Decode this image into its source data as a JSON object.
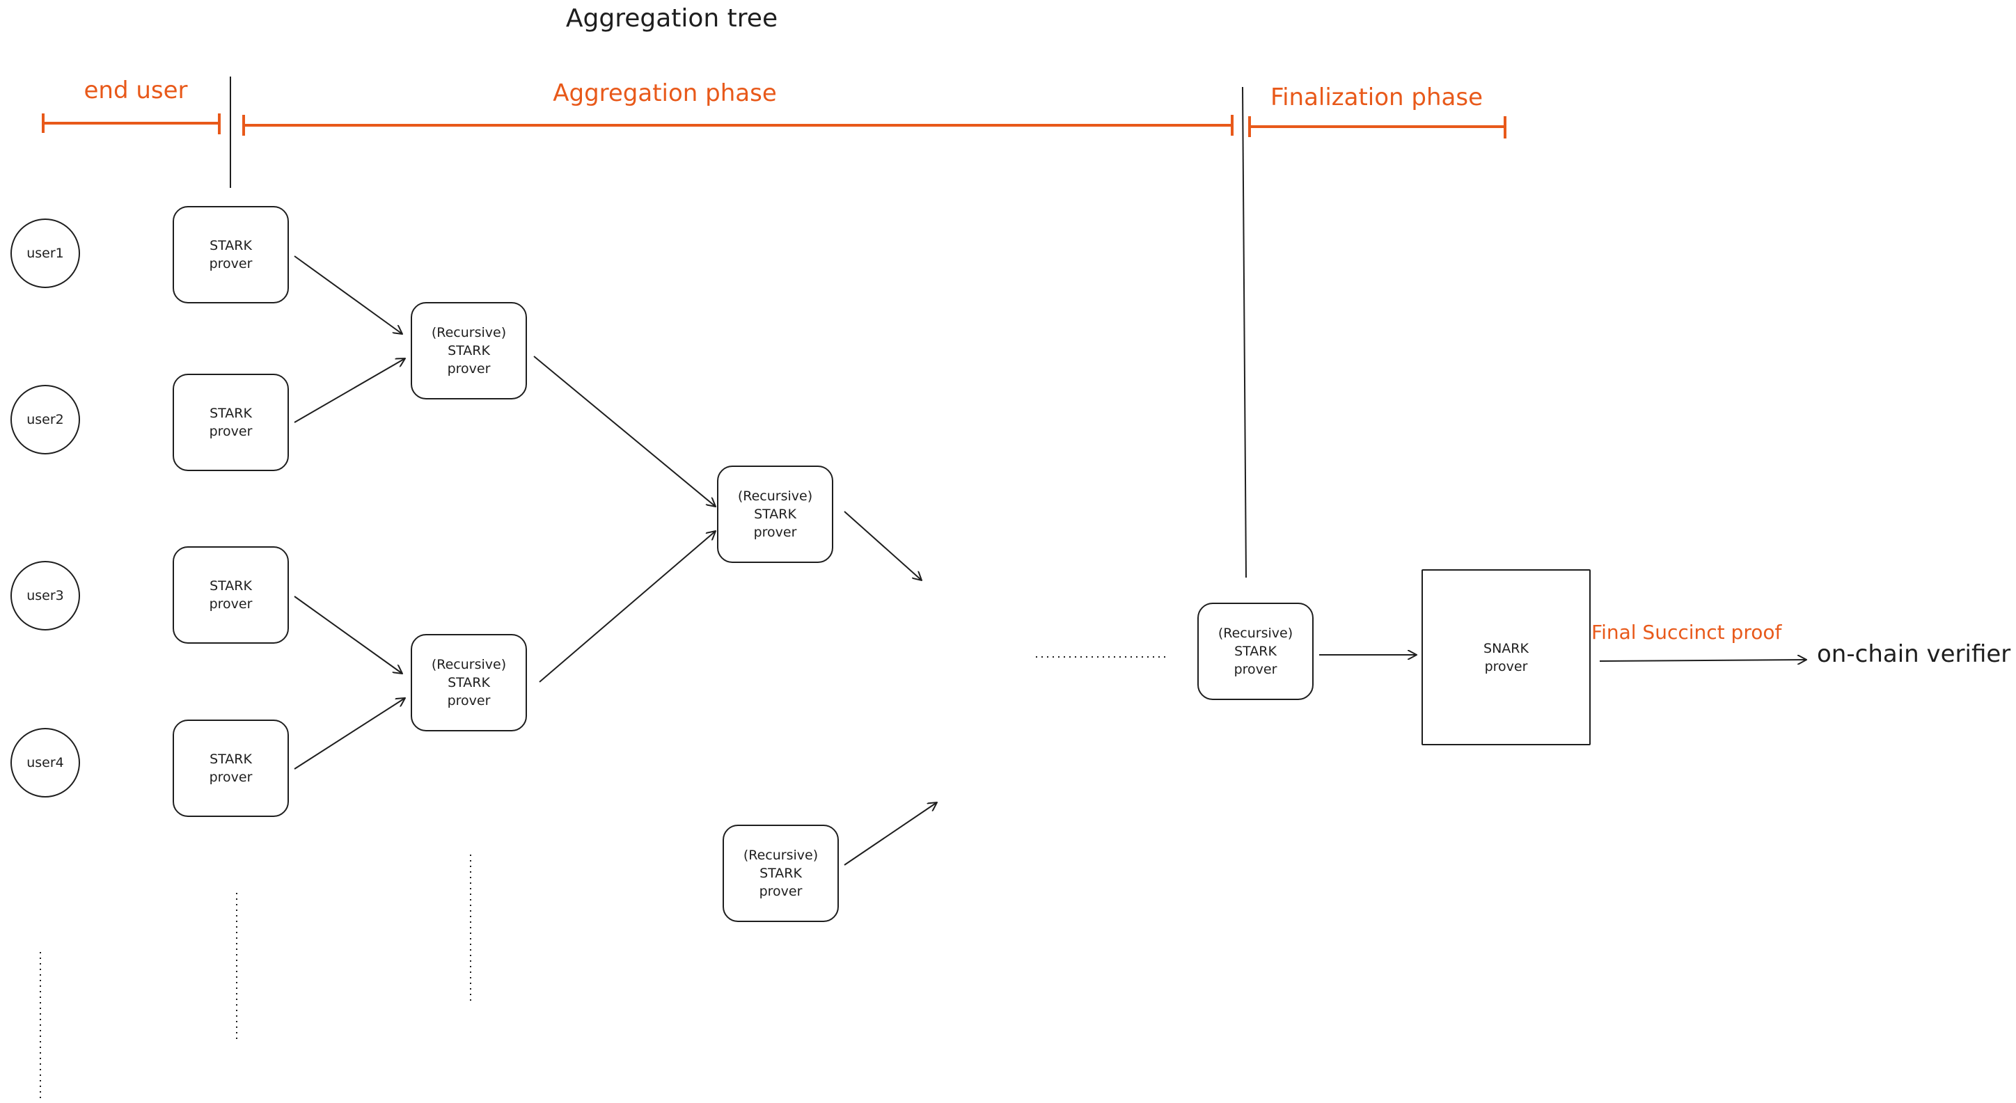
{
  "title": "Aggregation tree",
  "phases": {
    "end_user": "end user",
    "aggregation": "Aggregation phase",
    "finalization": "Finalization phase"
  },
  "users": [
    "user1",
    "user2",
    "user3",
    "user4"
  ],
  "stark_provers": [
    "STARK\nprover",
    "STARK\nprover",
    "STARK\nprover",
    "STARK\nprover"
  ],
  "recursive_provers": [
    "(Recursive)\nSTARK\nprover",
    "(Recursive)\nSTARK\nprover",
    "(Recursive)\nSTARK\nprover",
    "(Recursive)\nSTARK\nprover",
    "(Recursive)\nSTARK\nprover"
  ],
  "snark_prover": "SNARK\nprover",
  "final_proof_label": "Final Succinct proof",
  "verifier_label": "on-chain verifier",
  "colors": {
    "accent": "#e8591a",
    "stroke": "#1e1e1e"
  }
}
